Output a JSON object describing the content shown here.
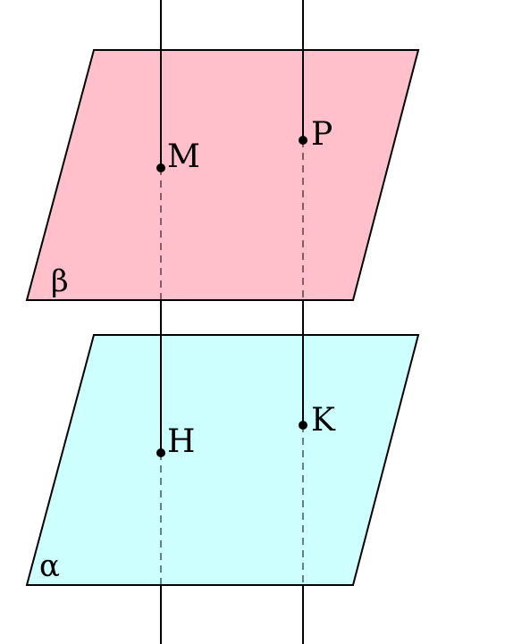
{
  "planes": {
    "beta": {
      "label": "β",
      "fill": "#FFBFCB"
    },
    "alpha": {
      "label": "α",
      "fill": "#CDFFFF"
    }
  },
  "points": {
    "m": "M",
    "p": "P",
    "h": "H",
    "k": "K"
  },
  "colors": {
    "stroke": "#000000",
    "background": "#FFFFFF"
  }
}
